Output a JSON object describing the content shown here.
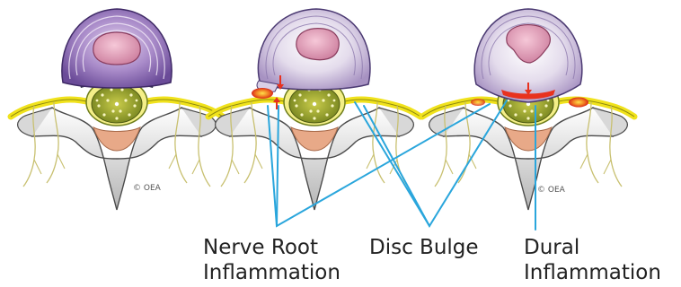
{
  "copyright": "© OEA",
  "labels": {
    "nerve_root_line1": "Nerve Root",
    "nerve_root_line2": "Inflammation",
    "disc_bulge": "Disc Bulge",
    "dural_line1": "Dural",
    "dural_line2": "Inflammation"
  },
  "colors": {
    "disc_purple": "#7b5aa6",
    "nucleus_pink": "#d98fae",
    "nerve_yellow": "#f0e21c",
    "cord_olive": "#8a9a2a",
    "bone_grey": "#9a9a9a",
    "inflammation_red": "#e8321e",
    "pointer_line": "#2aa6dc"
  },
  "icons": [
    "arrow-down-icon",
    "arrow-up-icon"
  ]
}
